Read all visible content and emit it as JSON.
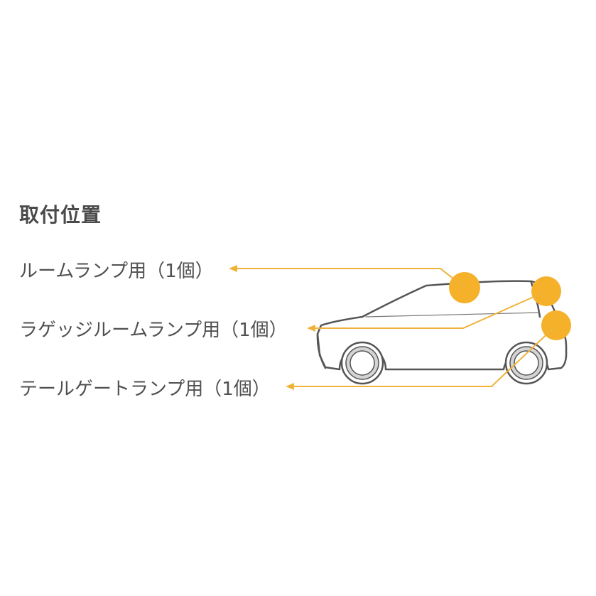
{
  "title": "取付位置",
  "callouts": [
    {
      "label": "ルームランプ用（1個）"
    },
    {
      "label": "ラゲッジルームランプ用（1個）"
    },
    {
      "label": "テールゲートランプ用（1個）"
    }
  ],
  "colors": {
    "accent": "#f5b12a",
    "leader_line": "#f0b33a",
    "car_outline": "#555555",
    "tire": "#d4d4d4",
    "text": "#505050"
  },
  "icons": [
    "car-side-outline-icon",
    "arrow-left-icon"
  ]
}
